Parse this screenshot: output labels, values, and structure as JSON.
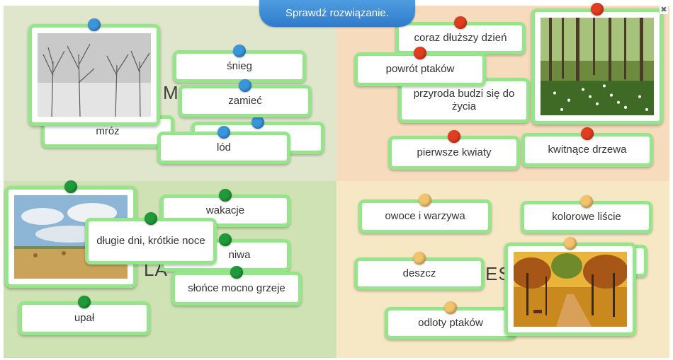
{
  "header": {
    "check_label": "Sprawdź rozwiązanie.",
    "close_glyph": "✖"
  },
  "seasons": {
    "winter": {
      "label_visible": "M"
    },
    "summer": {
      "label_visible": "LA"
    },
    "autumn": {
      "label_visible": "ES"
    }
  },
  "cards": {
    "winter": [
      "mróz",
      "śnieg",
      "zamieć",
      "lód"
    ],
    "spring": [
      "coraz dłuższy dzień",
      "powrót ptaków",
      "przyroda budzi się do życia",
      "pierwsze kwiaty",
      "kwitnące drzewa"
    ],
    "summer": [
      "wakacje",
      "długie dni, krótkie noce",
      "niwa",
      "słońce mocno grzeje",
      "upał"
    ],
    "autumn": [
      "owoce i warzywa",
      "kolorowe liście",
      "deszcz",
      "odloty ptaków"
    ]
  },
  "photos": [
    "winter-trees-photo",
    "spring-forest-photo",
    "summer-field-photo",
    "autumn-park-photo"
  ],
  "colors": {
    "winter_pin": "#3b95dc",
    "spring_pin": "#e23d1f",
    "summer_pin": "#1f9a3a",
    "autumn_pin": "#f2c36b",
    "card_border": "#95e68a"
  }
}
